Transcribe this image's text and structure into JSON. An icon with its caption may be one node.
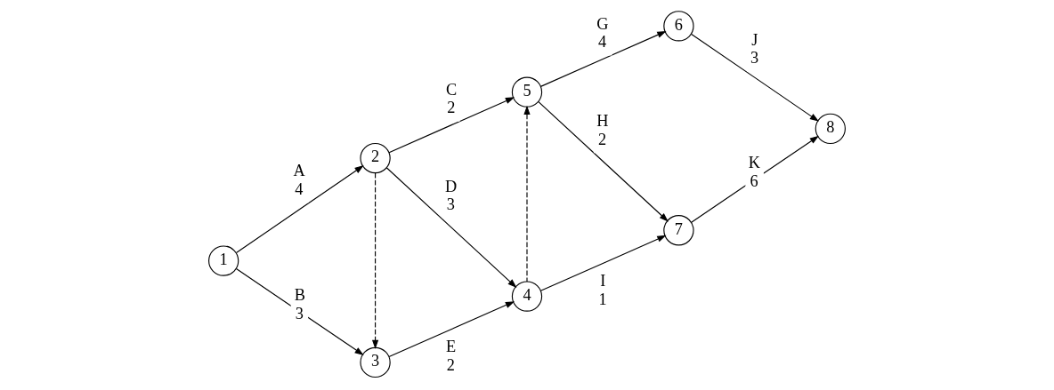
{
  "diagram": {
    "nodes": [
      {
        "text": [
          "1"
        ]
      },
      {
        "text": [
          "2"
        ]
      },
      {
        "text": [
          "3"
        ]
      },
      {
        "text": [
          "4"
        ]
      },
      {
        "text": [
          "5"
        ]
      },
      {
        "text": [
          "6"
        ]
      },
      {
        "text": [
          "7"
        ]
      },
      {
        "text": [
          "8"
        ]
      }
    ],
    "edges": [
      {
        "from": 0,
        "to": 1,
        "arrow": "to",
        "label": "A\n4"
      },
      {
        "from": 0,
        "to": 2,
        "arrow": "to",
        "label": "B\n3"
      },
      {
        "from": 1,
        "to": 4,
        "arrow": "to",
        "label": "C\n2"
      },
      {
        "from": 1,
        "to": 2,
        "arrow": "to",
        "style": "dashed"
      },
      {
        "from": 1,
        "to": 3,
        "arrow": "to",
        "label": "D\n3"
      },
      {
        "from": 2,
        "to": 3,
        "arrow": "to",
        "label": "E\n2"
      },
      {
        "from": 3,
        "to": 4,
        "arrow": "to",
        "style": "dashed"
      },
      {
        "from": 4,
        "to": 5,
        "arrow": "to",
        "label": "G\n4"
      },
      {
        "from": 4,
        "to": 6,
        "arrow": "to",
        "label": "H\n2"
      },
      {
        "from": 3,
        "to": 6,
        "arrow": "to",
        "label": "I\n1"
      },
      {
        "from": 5,
        "to": 7,
        "arrow": "to",
        "label": "J\n3"
      },
      {
        "from": 6,
        "to": 7,
        "arrow": "to",
        "label": "K\n6"
      }
    ]
  }
}
